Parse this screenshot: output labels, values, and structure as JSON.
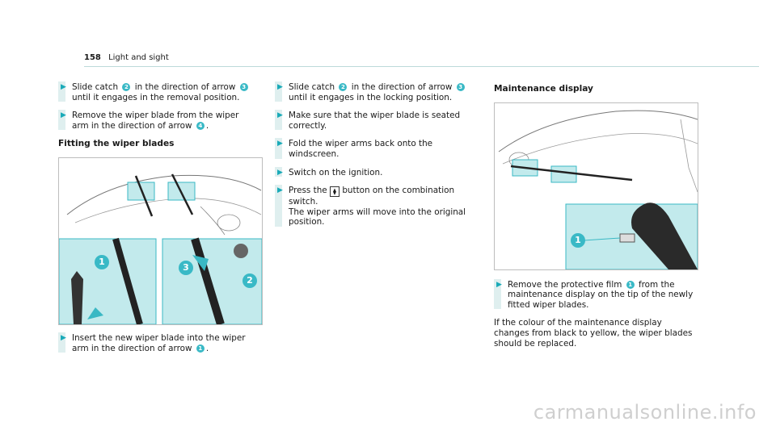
{
  "header": {
    "page_number": "158",
    "section": "Light and sight"
  },
  "col1": {
    "steps": [
      {
        "pre": "Slide catch ",
        "b1": "2",
        "mid": " in the direction of arrow ",
        "b2": "3",
        "post": " until it engages in the removal position."
      },
      {
        "pre": "Remove the wiper blade from the wiper arm in the direction of arrow ",
        "b1": "4",
        "post": "."
      }
    ],
    "heading": "Fitting the wiper blades",
    "figure_badges": [
      "1",
      "3",
      "2"
    ],
    "step_after": {
      "pre": "Insert the new wiper blade into the wiper arm in the direction of arrow ",
      "b1": "1",
      "post": "."
    }
  },
  "col2": {
    "steps": [
      {
        "pre": "Slide catch ",
        "b1": "2",
        "mid": " in the direction of arrow ",
        "b2": "3",
        "post": " until it engages in the locking position."
      },
      {
        "text": "Make sure that the wiper blade is seated correctly."
      },
      {
        "text": "Fold the wiper arms back onto the windscreen."
      },
      {
        "text": "Switch on the ignition."
      },
      {
        "pre": "Press the ",
        "key": "⧫",
        "post": " button on the combination switch.",
        "note": "The wiper arms will move into the original position."
      }
    ]
  },
  "col3": {
    "heading": "Maintenance display",
    "figure_badges": [
      "1"
    ],
    "step": {
      "pre": "Remove the protective film ",
      "b1": "1",
      "post": " from the maintenance display on the tip of the newly fitted wiper blades."
    },
    "paragraph": "If the colour of the maintenance display changes from black to yellow, the wiper blades should be replaced."
  },
  "watermark": "carmanualsonline.info",
  "colors": {
    "accent": "#39b9c6",
    "panel": "#c2eaec",
    "bar": "#dfefef"
  }
}
